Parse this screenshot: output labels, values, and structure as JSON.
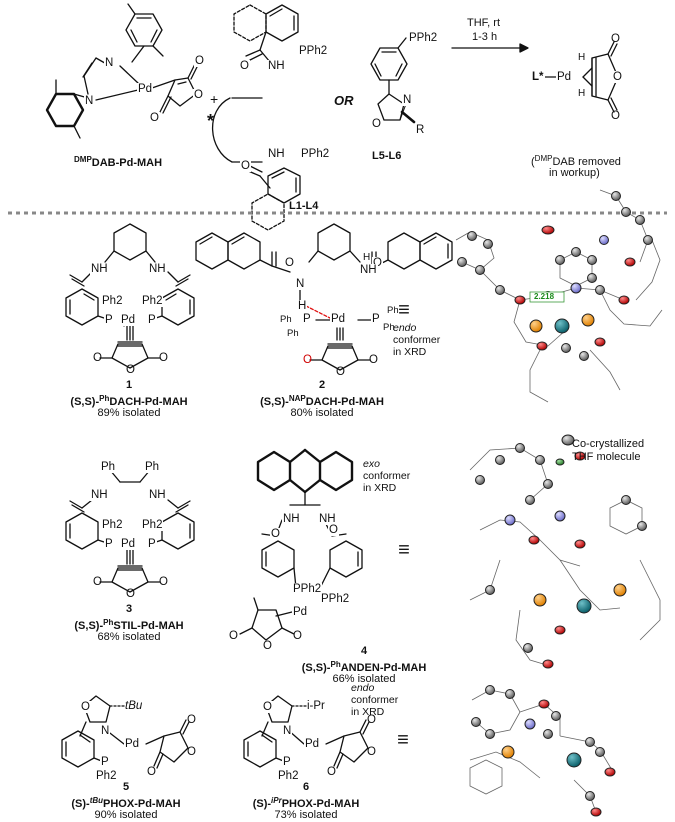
{
  "scheme": {
    "start_complex": {
      "prefix": "DMP",
      "label": "DAB-Pd-MAH"
    },
    "plus": "+",
    "or": "OR",
    "ligand_group_1": "L1-L4",
    "ligand_group_2": "L5-L6",
    "conditions": {
      "line1": "THF, rt",
      "line2": "1-3 h"
    },
    "product_ligand": "L*",
    "note": {
      "line1_prefix": "(",
      "line1_sup": "DMP",
      "line1_rest": "DAB removed",
      "line2": "in workup)"
    }
  },
  "atoms": {
    "N": "N",
    "Pd": "Pd",
    "H": "H",
    "NH": "NH",
    "O": "O",
    "R": "R",
    "star": "*",
    "PPh2": "PPh2",
    "Ph2": "Ph2",
    "P": "P",
    "Ph": "Ph",
    "tBu": "tBu",
    "iPr": "i-Pr"
  },
  "equiv": "≡",
  "compounds": [
    {
      "number": "1",
      "stereo": "(S,S)-",
      "sup": "Ph",
      "name": "DACH-Pd-MAH",
      "yield": "89% isolated"
    },
    {
      "number": "2",
      "stereo": "(S,S)-",
      "sup": "NAP",
      "name": "DACH-Pd-MAH",
      "yield": "80% isolated",
      "note": [
        "endo",
        "conformer",
        "in XRD"
      ]
    },
    {
      "number": "3",
      "stereo": "(S,S)-",
      "sup": "Ph",
      "name": "STIL-Pd-MAH",
      "yield": "68% isolated"
    },
    {
      "number": "4",
      "stereo": "(S,S)-",
      "sup": "Ph",
      "name": "ANDEN-Pd-MAH",
      "yield": "66% isolated",
      "note": [
        "exo",
        "conformer",
        "in XRD"
      ]
    },
    {
      "number": "5",
      "stereo": "(S)-",
      "sup": "tBu",
      "name": "PHOX-Pd-MAH",
      "yield": "90% isolated"
    },
    {
      "number": "6",
      "stereo": "(S)-",
      "sup": "iPr",
      "name": "PHOX-Pd-MAH",
      "yield": "73% isolated",
      "note": [
        "endo",
        "conformer",
        "in XRD"
      ]
    }
  ],
  "xrd": {
    "hbond_distance": "2.218",
    "cocrystal_note": [
      "Co-crystallized",
      "THF molecule"
    ]
  }
}
